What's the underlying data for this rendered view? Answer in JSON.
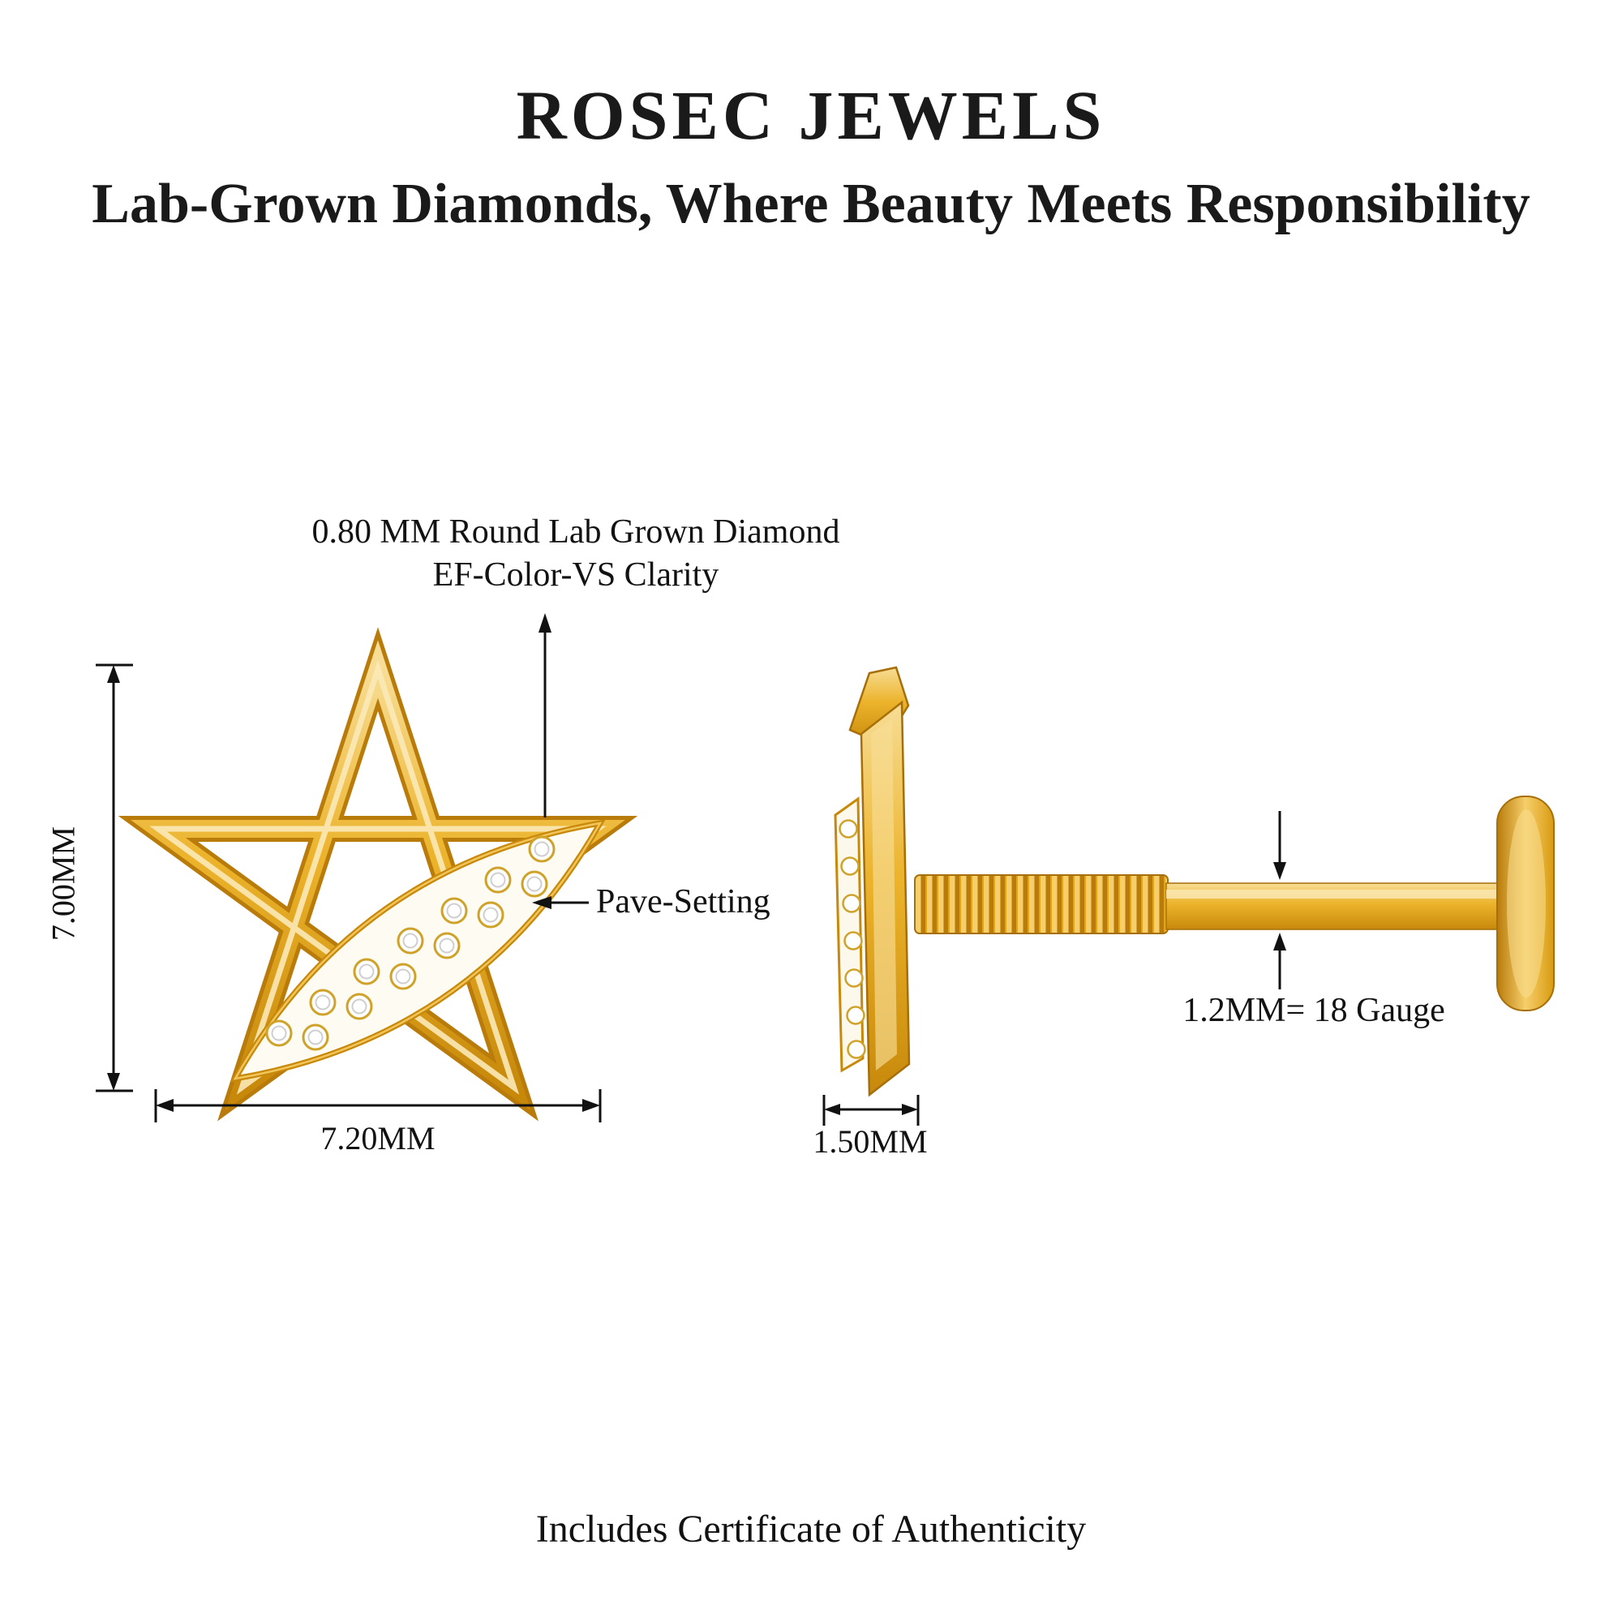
{
  "header": {
    "title": "ROSEC JEWELS",
    "subtitle": "Lab-Grown Diamonds, Where Beauty Meets Responsibility"
  },
  "annotations": {
    "diamond_spec_line1": "0.80 MM Round Lab Grown Diamond",
    "diamond_spec_line2": "EF-Color-VS Clarity",
    "pave_setting": "Pave-Setting",
    "gauge": "1.2MM= 18 Gauge"
  },
  "dimensions": {
    "height": "7.00MM",
    "width": "7.20MM",
    "profile_width": "1.50MM"
  },
  "footer": {
    "note": "Includes Certificate of Authenticity"
  },
  "product": {
    "views": [
      "front-view-star-earring",
      "side-view-flat-back-stud"
    ],
    "material_color": "yellow-gold",
    "stone": "round lab grown diamond"
  },
  "colors": {
    "gold": "#E2A615",
    "gold_light": "#F7DD95",
    "gold_dark": "#C8890B",
    "diamond_bezel": "#CFA22A",
    "text": "#121212",
    "background": "#FFFFFF"
  }
}
